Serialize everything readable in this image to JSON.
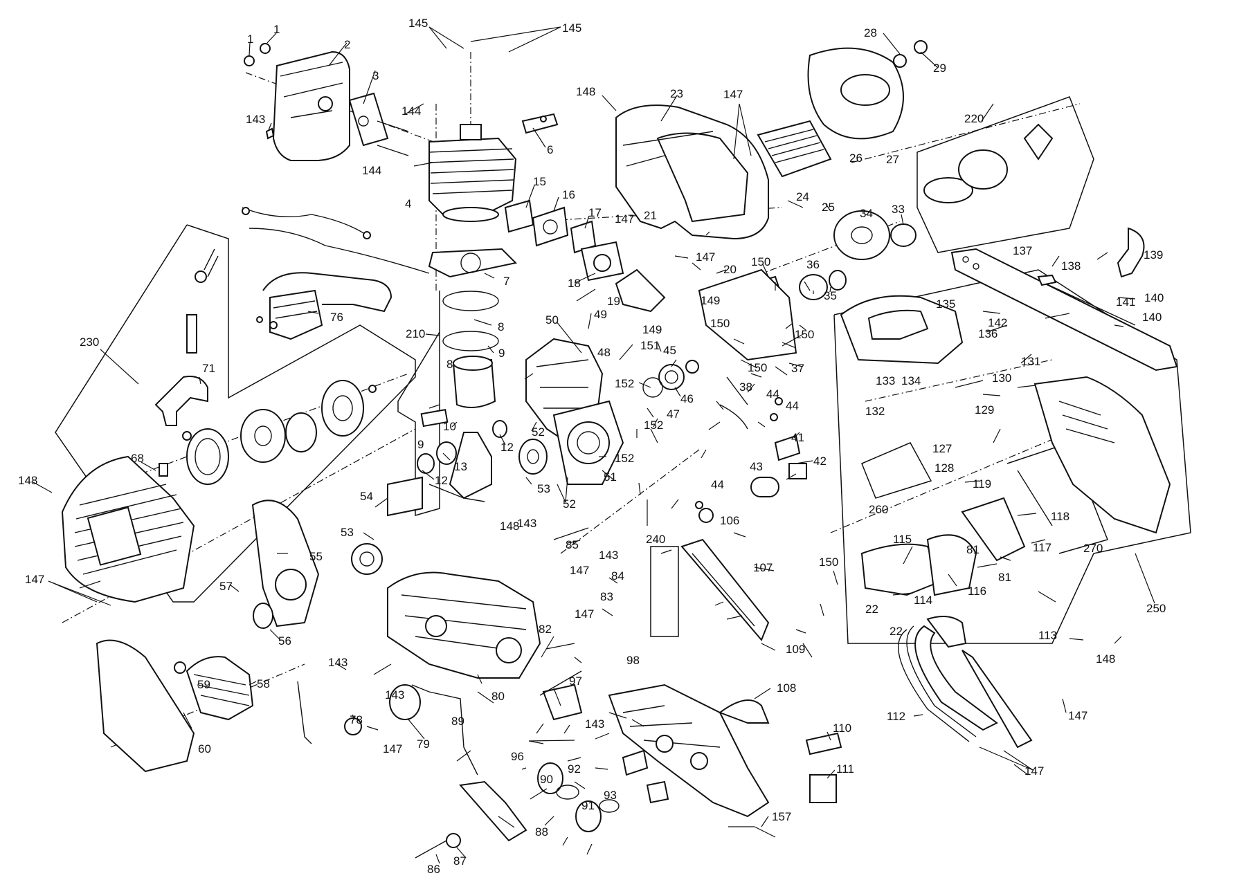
{
  "callouts": {
    "c1a": "1",
    "c1b": "1",
    "c2": "2",
    "c3": "3",
    "c4": "4",
    "c6": "6",
    "c7": "7",
    "c8a": "8",
    "c8b": "8",
    "c9a": "9",
    "c9b": "9",
    "c10": "10",
    "c12a": "12",
    "c12b": "12",
    "c13": "13",
    "c15": "15",
    "c16": "16",
    "c17": "17",
    "c18": "18",
    "c19": "19",
    "c20": "20",
    "c21": "21",
    "c22a": "22",
    "c22b": "22",
    "c23": "23",
    "c24": "24",
    "c25": "25",
    "c26": "26",
    "c27": "27",
    "c28": "28",
    "c29": "29",
    "c33": "33",
    "c34": "34",
    "c35": "35",
    "c36": "36",
    "c37": "37",
    "c38": "38",
    "c41": "41",
    "c42": "42",
    "c43": "43",
    "c44a": "44",
    "c44b": "44",
    "c44c": "44",
    "c45": "45",
    "c46": "46",
    "c47": "47",
    "c48": "48",
    "c49": "49",
    "c50": "50",
    "c51": "51",
    "c52a": "52",
    "c52b": "52",
    "c53a": "53",
    "c53b": "53",
    "c54": "54",
    "c55": "55",
    "c56": "56",
    "c57": "57",
    "c58": "58",
    "c59": "59",
    "c60": "60",
    "c68": "68",
    "c71": "71",
    "c76": "76",
    "c78": "78",
    "c79": "79",
    "c80": "80",
    "c81a": "81",
    "c81b": "81",
    "c82": "82",
    "c83": "83",
    "c84": "84",
    "c85": "85",
    "c86": "86",
    "c87": "87",
    "c88": "88",
    "c89": "89",
    "c90": "90",
    "c91": "91",
    "c92": "92",
    "c93": "93",
    "c96": "96",
    "c97": "97",
    "c98": "98",
    "c106": "106",
    "c107": "107",
    "c108": "108",
    "c109": "109",
    "c110": "110",
    "c111": "111",
    "c112": "112",
    "c113": "113",
    "c114": "114",
    "c115": "115",
    "c116": "116",
    "c117": "117",
    "c118": "118",
    "c119": "119",
    "c127": "127",
    "c128": "128",
    "c129": "129",
    "c130": "130",
    "c131": "131",
    "c132": "132",
    "c133": "133",
    "c134": "134",
    "c135": "135",
    "c136": "136",
    "c137": "137",
    "c138": "138",
    "c139": "139",
    "c140a": "140",
    "c140b": "140",
    "c141": "141",
    "c142": "142",
    "c143a": "143",
    "c143b": "143",
    "c143c": "143",
    "c143d": "143",
    "c143e": "143",
    "c143f": "143",
    "c144a": "144",
    "c144b": "144",
    "c145a": "145",
    "c145b": "145",
    "c147a": "147",
    "c147b": "147",
    "c147c": "147",
    "c147d": "147",
    "c147e": "147",
    "c147f": "147",
    "c147g": "147",
    "c147h": "147",
    "c147i": "147",
    "c148a": "148",
    "c148b": "148",
    "c148c": "148",
    "c148d": "148",
    "c149a": "149",
    "c149b": "149",
    "c150a": "150",
    "c150b": "150",
    "c150c": "150",
    "c150d": "150",
    "c150e": "150",
    "c151": "151",
    "c152a": "152",
    "c152b": "152",
    "c152c": "152",
    "c157": "157",
    "c210": "210",
    "c220": "220",
    "c230": "230",
    "c240": "240",
    "c250": "250",
    "c260": "260",
    "c270": "270"
  }
}
